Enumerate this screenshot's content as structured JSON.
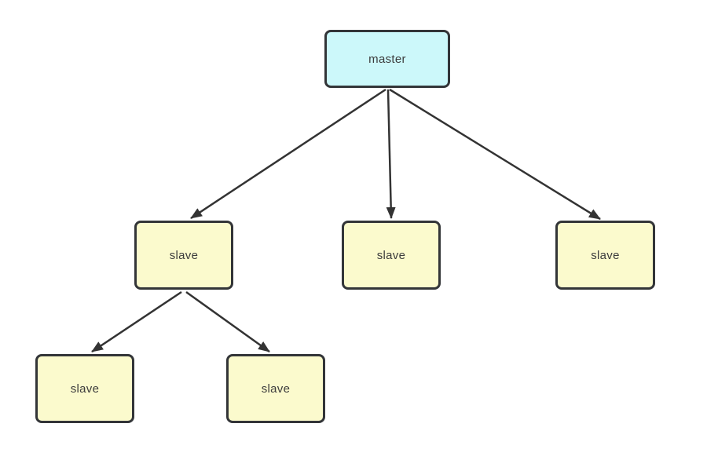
{
  "diagram": {
    "type": "tree",
    "nodes": [
      {
        "id": "master",
        "label": "master",
        "role": "master"
      },
      {
        "id": "slave-1",
        "label": "slave",
        "role": "slave"
      },
      {
        "id": "slave-2",
        "label": "slave",
        "role": "slave"
      },
      {
        "id": "slave-3",
        "label": "slave",
        "role": "slave"
      },
      {
        "id": "slave-1-1",
        "label": "slave",
        "role": "slave"
      },
      {
        "id": "slave-1-2",
        "label": "slave",
        "role": "slave"
      }
    ],
    "edges": [
      {
        "from": "master",
        "to": "slave-1"
      },
      {
        "from": "master",
        "to": "slave-2"
      },
      {
        "from": "master",
        "to": "slave-3"
      },
      {
        "from": "slave-1",
        "to": "slave-1-1"
      },
      {
        "from": "slave-1",
        "to": "slave-1-2"
      }
    ],
    "colors": {
      "master_fill": "#CCF8FA",
      "slave_fill": "#FBFACD",
      "node_border": "#333538",
      "edge_stroke": "#333333",
      "text": "#3C3C3C",
      "background": "#FFFFFF"
    }
  }
}
